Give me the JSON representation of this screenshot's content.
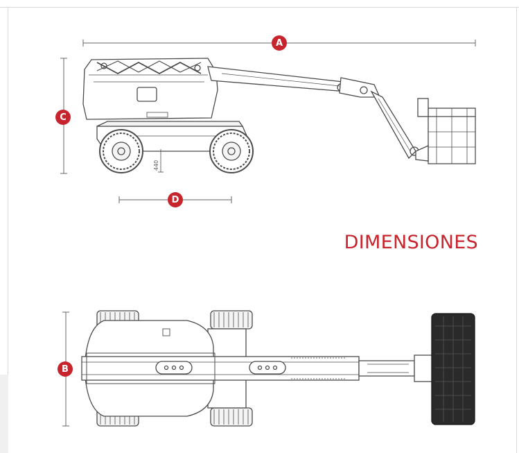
{
  "title": "DIMENSIONES",
  "markers": {
    "a": "A",
    "b": "B",
    "c": "C",
    "d": "D"
  },
  "small_dimension": "440",
  "colors": {
    "accent": "#c8242d",
    "line": "#4a4a4a",
    "frame": "#d9d9d9"
  },
  "figures": [
    "side-view-boom-lift",
    "top-view-boom-lift"
  ]
}
